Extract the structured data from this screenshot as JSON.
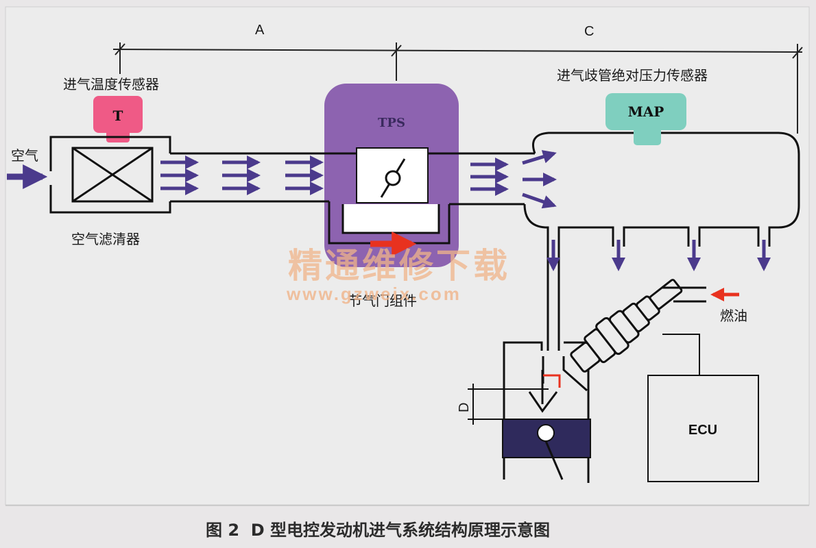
{
  "dimensions": {
    "a": "A",
    "c": "C",
    "d": "D"
  },
  "labels": {
    "air": "空气",
    "air_filter": "空气滤清器",
    "intake_temp_sensor": "进气温度传感器",
    "map_sensor": "进气歧管绝对压力传感器",
    "throttle_assembly": "节气门组件",
    "fuel": "燃油"
  },
  "boxes": {
    "temp": "T",
    "tps": "TPS",
    "map": "MAP",
    "ecu": "ECU"
  },
  "watermark": {
    "title": "精通维修下载",
    "url": "www.gzweix.com"
  },
  "caption": "图 2  D 型电控发动机进气系统结构原理示意图",
  "colors": {
    "arrow_purple": "#4b3a8c",
    "tps_purple": "#8d63b0",
    "temp_pink": "#ef5a86",
    "map_teal": "#7fcfbf",
    "fuel_red": "#e8321f",
    "piston_navy": "#2f2a5c"
  }
}
